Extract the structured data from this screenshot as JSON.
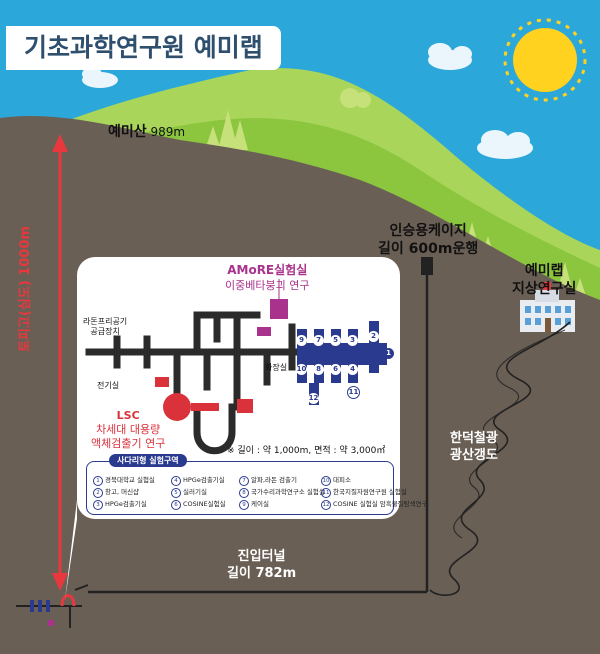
{
  "title": "기초과학연구원 예미랩",
  "peak": {
    "name": "예미산",
    "height": "989m"
  },
  "cable": {
    "line1": "인승용케이지",
    "line2": "길이 600m운행"
  },
  "surface_lab": {
    "line1": "예미랩",
    "line2": "지상연구실"
  },
  "mine": {
    "line1": "한덕철광",
    "line2": "광산갱도"
  },
  "tunnel": {
    "line1": "진입터널",
    "line2": "길이 782m"
  },
  "depth_label": "토피고(심도) 1000m",
  "facility": {
    "amore": {
      "name": "AMoRE실험실",
      "desc": "이중베타붕괴 연구"
    },
    "radon": {
      "line1": "라돈프리공기",
      "line2": "공급장치"
    },
    "electric": "전기실",
    "restroom": "화장실",
    "lsc": {
      "name": "LSC",
      "line1": "차세대 대용량",
      "line2": "액체검출기 연구"
    },
    "area": "※ 길이 : 약 1,000m, 면적 : 약 3,000㎡"
  },
  "legend": {
    "title": "사다리형 실험구역",
    "items": [
      {
        "num": "1",
        "label": "경북대학교 실험실"
      },
      {
        "num": "2",
        "label": "창고, 머신샵"
      },
      {
        "num": "3",
        "label": "HPGe검출기실"
      },
      {
        "num": "4",
        "label": "HPGe검출기실"
      },
      {
        "num": "5",
        "label": "실러기실"
      },
      {
        "num": "6",
        "label": "COSINE실험실"
      },
      {
        "num": "7",
        "label": "알파,라돈 검출기"
      },
      {
        "num": "8",
        "label": "국가수리과학연구소 실험실"
      },
      {
        "num": "9",
        "label": "케이실"
      },
      {
        "num": "10",
        "label": "대피소"
      },
      {
        "num": "11",
        "label": "한국지질자원연구원 실험실"
      },
      {
        "num": "12",
        "label": "COSINE 실험실 암흑물질탐색연구"
      }
    ]
  },
  "colors": {
    "sky": "#2ba7d9",
    "ground": "#6a5f55",
    "hill": "#8cc63f",
    "accent_red": "#e8383d",
    "accent_purple": "#a8328c",
    "accent_blue": "#2a3a8f"
  }
}
